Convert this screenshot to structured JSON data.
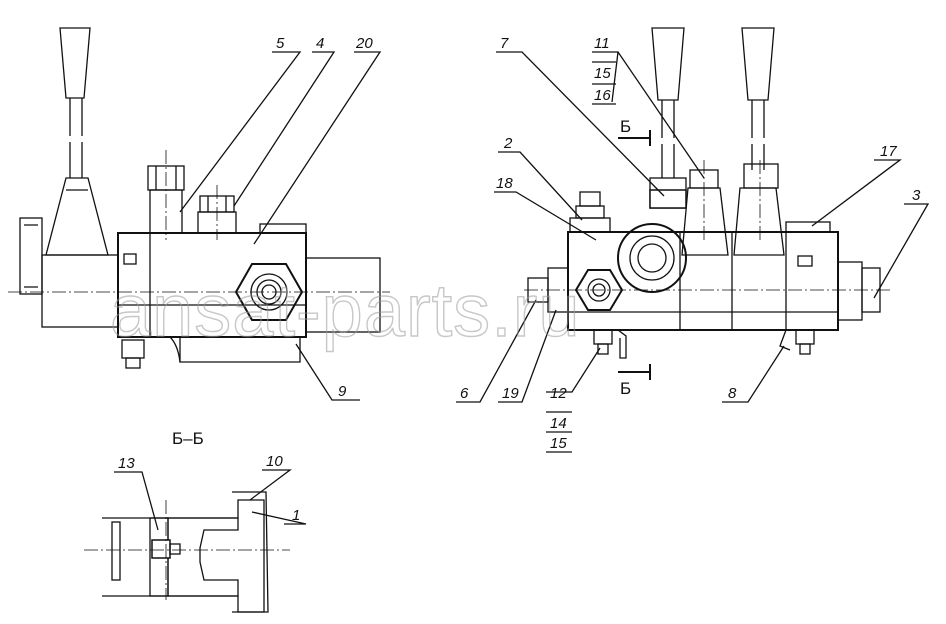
{
  "watermark": "ansat-parts.ru",
  "section_label": "Б–Б",
  "section_marks": [
    "Б",
    "Б"
  ],
  "callouts": {
    "c1": "1",
    "c2": "2",
    "c3": "3",
    "c4": "4",
    "c5": "5",
    "c6": "6",
    "c7": "7",
    "c8": "8",
    "c9": "9",
    "c10": "10",
    "c11": "11",
    "c12": "12",
    "c13": "13",
    "c14a": "14",
    "c15a": "15",
    "c15b": "15",
    "c16": "16",
    "c17": "17",
    "c18": "18",
    "c19": "19",
    "c20": "20"
  }
}
